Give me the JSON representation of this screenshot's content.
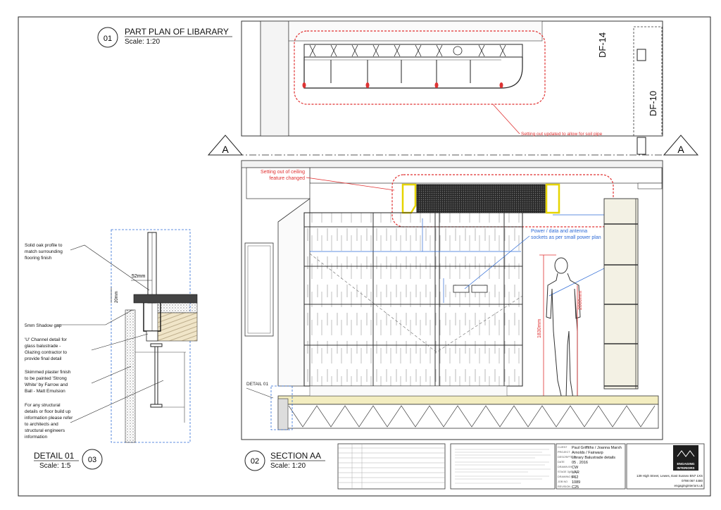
{
  "views": {
    "plan": {
      "number": "01",
      "title": "PART PLAN OF LIBARARY",
      "scale": "Scale: 1:20"
    },
    "section": {
      "number": "02",
      "title": "SECTION AA",
      "scale": "Scale: 1:20"
    },
    "detail": {
      "number": "03",
      "title": "DETAIL 01",
      "scale": "Scale: 1:5"
    }
  },
  "section_markers": {
    "left": "A",
    "right": "A"
  },
  "grid_labels": {
    "df14": "DF-14",
    "df10": "DF-10"
  },
  "annotations": {
    "soil_pipe": "Setting out updated to allow for soil pipe",
    "ceiling_line1": "Setting out of ceiling",
    "ceiling_line2": "feature changed",
    "power_line1": "Power / data and antenna",
    "power_line2": "sockets as per small power plan",
    "detail_ref": "DETAIL 01"
  },
  "dimensions": {
    "height_1": "1830mm",
    "height_2": "2000mm",
    "width_52": "52mm",
    "depth_20": "20mm"
  },
  "detail_notes": [
    [
      "Solid oak profile to",
      "match surrounding",
      "flooring finish"
    ],
    [
      "5mm Shadow gap"
    ],
    [
      "'U' Channel detail for",
      "glass balustrade -",
      "Glazing contractor to",
      "provide final detail"
    ],
    [
      "Skimmed plaster finish",
      "to be painted 'Strong",
      "White' by Farrow and",
      "Ball - Matt Emulsion"
    ],
    [
      "For any structural",
      "details or floor build up",
      "information please refer",
      "to architects and",
      "structural engineers",
      "information"
    ]
  ],
  "title_block": {
    "client_label": "CLIENT",
    "client": "Paul Griffiths / Joanna Marsh",
    "project_label": "PROJECT",
    "project": "Arnolds / Fairwarp",
    "description_label": "DESCRIPTION",
    "description": "Library Balustrade details",
    "date_label": "DATE",
    "date": "05 . 2016",
    "drawn_label": "DRAWN BY",
    "drawn": "CW",
    "checked_label": "STAGE 3(A)",
    "checked": "VAR",
    "drawing_label": "DRAWING NO",
    "drawing": "F62",
    "job_label": "JOB NO",
    "job": "1089",
    "revision_label": "REVISION",
    "revision": "C25"
  },
  "company": {
    "name_line1": "ENGAGING",
    "name_line2": "INTERIORS",
    "address": "139 High Street, Lewes, East Sussex BN7 1XS",
    "phone": "0798 067 4480",
    "web": "engaginginteriors.uk"
  }
}
